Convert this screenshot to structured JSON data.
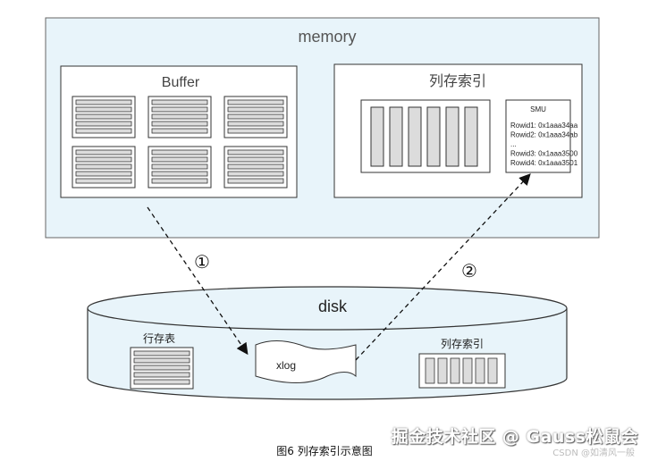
{
  "memory": {
    "label": "memory",
    "buffer": {
      "label": "Buffer",
      "page_count": 6
    },
    "column_index": {
      "label": "列存索引",
      "column_count": 6,
      "smu": {
        "label": "SMU",
        "lines": [
          "Rowid1: 0x1aaa34aa",
          "Rowid2: 0x1aaa34ab",
          "...",
          "Rowid3: 0x1aaa3500",
          "Rowid4: 0x1aaa3501"
        ]
      }
    }
  },
  "disk": {
    "label": "disk",
    "row_store": {
      "label": "行存表",
      "row_count": 5
    },
    "xlog": {
      "label": "xlog"
    },
    "column_index": {
      "label": "列存索引",
      "column_count": 6
    }
  },
  "steps": {
    "step1": "①",
    "step2": "②"
  },
  "caption": "图6 列存索引示意图",
  "watermark": "掘金技术社区 @ Gauss松鼠会",
  "watermark_sub": "CSDN @如清风一般",
  "colors": {
    "memory_bg": "#e8f4fa",
    "disk_bg": "#e8f4fa",
    "border": "#333333",
    "bar_fill": "#dcdcdc"
  }
}
